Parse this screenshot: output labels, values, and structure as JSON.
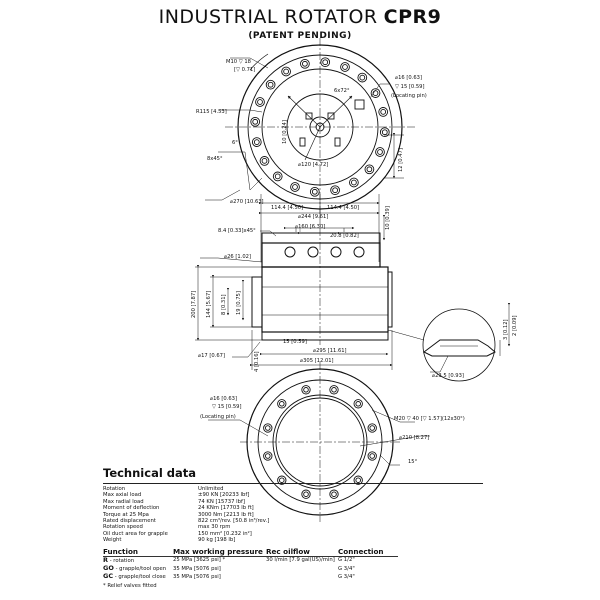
{
  "header": {
    "title": "INDUSTRIAL ROTATOR",
    "model": "CPR9",
    "subtitle": "(PATENT PENDING)"
  },
  "dimensions": {
    "m10": "M10 ▽ 18",
    "m10_sub": "[▽ 0.71]",
    "r115": "R115 [4.53]",
    "d16_top": "⌀16 [0.63]",
    "d15_top": "▽ 15 [0.59]",
    "locating_top": "(Locating pin)",
    "angle_6x72": "6x72°",
    "angle_6": "6°",
    "chamfer": "8x45°",
    "dim_120": "⌀120 [4.72]",
    "dim_10_24": "10 [0.24]",
    "dim_12_047": "12 [0.47]",
    "dim_270": "⌀270 [10.63]",
    "dim_114_left": "114.4 [4.50]",
    "dim_114_right": "114.4 [4.50]",
    "dim_244": "⌀244 [9.61]",
    "dim_160": "⌀160 [6.30]",
    "dim_208": "20.8 [0.82]",
    "dim_8x": "8.4 [0.33]x45°",
    "dim_10_039": "10 [0.39]",
    "dim_26": "⌀26 [1.02]",
    "dim_200": "200 [7.87]",
    "dim_144": "144 [5.67]",
    "dim_8_031": "8 [0.31]",
    "dim_19": "19 [0.75]",
    "dim_4": "4 [0.16]",
    "dim_15_059": "15 [0.59]",
    "dim_295": "⌀295 [11.61]",
    "dim_17": "⌀17 [0.67]",
    "dim_305": "⌀305 [12.01]",
    "dim_2_009": "2 [0.09]",
    "dim_3_012": "3 [0.12]",
    "dim_235": "⌀23.5 [0.93]",
    "d16_bot": "⌀16 [0.63]",
    "d15_bot": "▽ 15 [0.59]",
    "locating_bot": "(Locating pin)",
    "m20": "M20 ▽ 40 [▽ 1.57](12x30°)",
    "dim_210": "⌀210 [8.27]",
    "angle_15": "15°"
  },
  "tech": {
    "title": "Technical data",
    "specs": [
      {
        "k": "Rotation",
        "v": "Unlimited"
      },
      {
        "k": "Max axial load",
        "v": "±90 KN [20233 lbf]"
      },
      {
        "k": "Max radial load",
        "v": "74 KN [15737 lbf]"
      },
      {
        "k": "Moment of deflection",
        "v": "24 KNm [17703 lb ft]"
      },
      {
        "k": "Torque at 25 Mpa",
        "v": "3000 Nm [2213 lb ft]"
      },
      {
        "k": "Rated displacement",
        "v": "822 cm³/rev. [50.8 in³/rev.]"
      },
      {
        "k": "Rotation speed",
        "v": "max 30 rpm"
      },
      {
        "k": "Oil duct area for grapple",
        "v": "150 mm² [0.232 in²]"
      },
      {
        "k": "Weight",
        "v": "90 kg [198 lb]"
      }
    ],
    "func_headers": [
      "Function",
      "Max working pressure",
      "Rec oilflow",
      "Connection"
    ],
    "functions": [
      {
        "code": "R",
        "desc": "- rotation",
        "pressure": "25 MPa [3625 psi] *",
        "flow": "30 l/min [7.9 gal(US)/min]",
        "conn": "G 1/2\""
      },
      {
        "code": "GO",
        "desc": "- grapple/tool open",
        "pressure": "35 MPa [5076 psi]",
        "flow": "",
        "conn": "G 3/4\""
      },
      {
        "code": "GC",
        "desc": "- grapple/tool close",
        "pressure": "35 MPa [5076 psi]",
        "flow": "",
        "conn": "G 3/4\""
      }
    ],
    "footnote": "* Relief valves fitted"
  }
}
